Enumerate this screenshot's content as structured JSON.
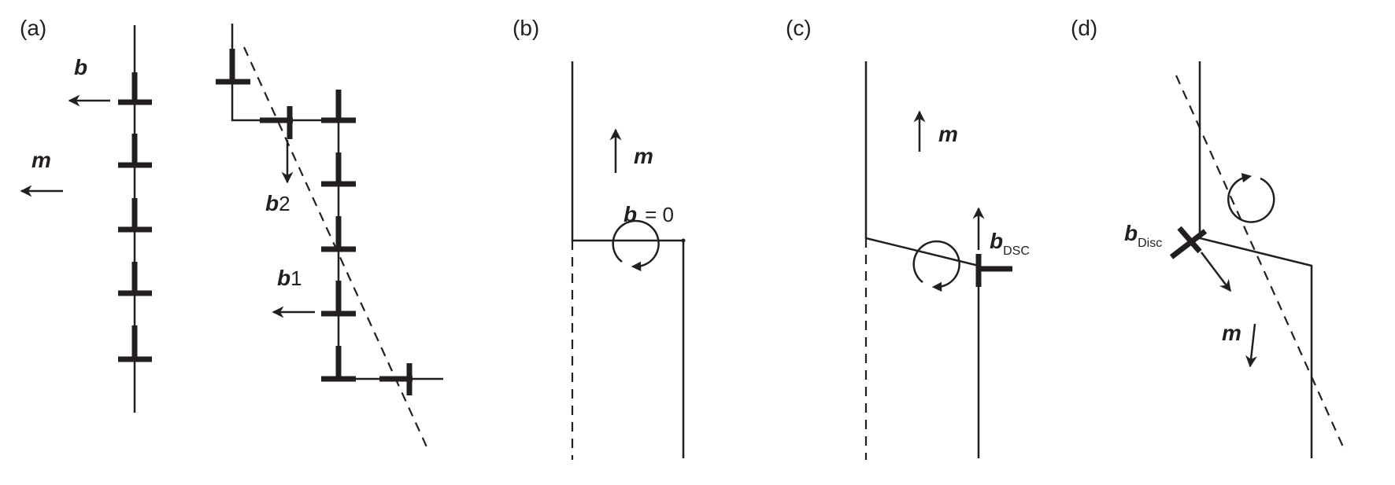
{
  "panels": {
    "a": {
      "label": "(a)",
      "b": "b",
      "m": "m",
      "b2": "b",
      "b2_num": "2",
      "b1": "b",
      "b1_num": "1"
    },
    "b": {
      "label": "(b)",
      "m": "m",
      "b": "b",
      "b_eq": "= 0"
    },
    "c": {
      "label": "(c)",
      "m": "m",
      "b": "b",
      "b_sub": "DSC"
    },
    "d": {
      "label": "(d)",
      "b": "b",
      "b_sub": "Disc",
      "m": "m"
    }
  }
}
